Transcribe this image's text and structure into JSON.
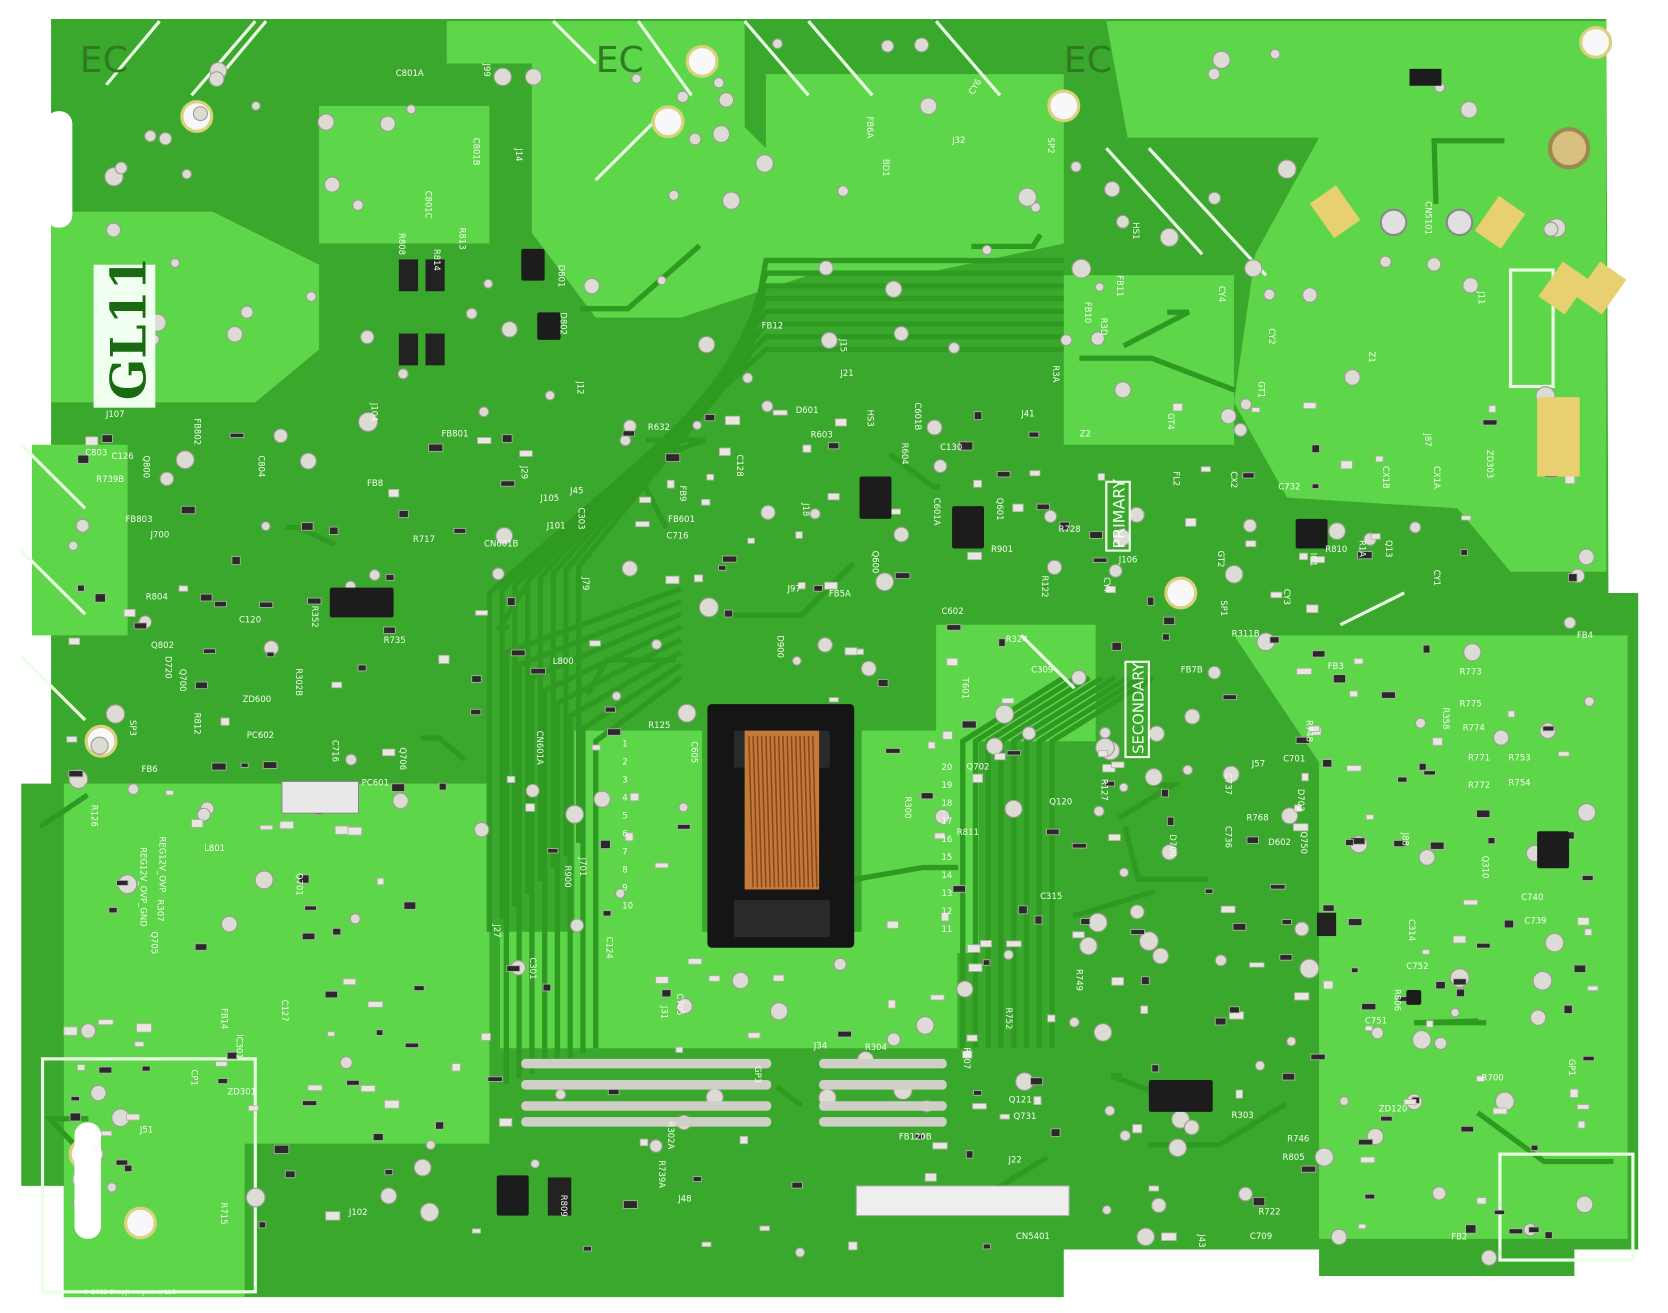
{
  "board": {
    "model_label": "GL11",
    "primary_label": "PRIMARY",
    "secondary_label": "SECONDARY",
    "corner_marks": [
      "EC",
      "EC",
      "EC"
    ],
    "copyright": "© 2022 ShopJimmy.com, LLC",
    "colors": {
      "background": "#ffffff",
      "copper_plane": "#5ed64a",
      "trace_dark": "#2f9a22",
      "substrate": "#3aa82c",
      "pad": "#d8d8d0",
      "ic": "#1c1c1c",
      "coil": "#c47a3a",
      "connector": "#e8d070"
    },
    "component_labels": [
      "C801A",
      "C801B",
      "C801C",
      "L800",
      "D801",
      "D802",
      "J106",
      "J102",
      "J104",
      "J107",
      "J14",
      "J99",
      "R808",
      "R813",
      "R814",
      "R805",
      "R806",
      "R807",
      "L801",
      "FB802",
      "C803",
      "C804",
      "Q800",
      "FB803",
      "R804",
      "Q802",
      "R812",
      "ZD600",
      "PC602",
      "PC601",
      "SP3",
      "SP2",
      "SP1",
      "FB5A",
      "FB6A",
      "J32",
      "BD1",
      "CY6",
      "FB4",
      "FB2",
      "FB6",
      "HS1",
      "CN5101",
      "J11",
      "CY4",
      "CY2",
      "Z1",
      "GT1",
      "GT4",
      "FL2",
      "CX2",
      "CX1B",
      "CX1A",
      "FB10",
      "FB11",
      "R3A",
      "R3D",
      "Z2",
      "CY7",
      "CY1",
      "CY3",
      "GT2",
      "IC1",
      "R1A",
      "Q13",
      "FB12",
      "J15",
      "J21",
      "D601",
      "R603",
      "C601B",
      "R604",
      "R632",
      "D602",
      "Q601",
      "C601A",
      "Q600",
      "J18",
      "FB601",
      "CN601B",
      "CN601A",
      "J105",
      "J101",
      "J79",
      "FB8",
      "R810",
      "R811",
      "R809",
      "FB801",
      "J12",
      "J29",
      "T601",
      "C602",
      "R900",
      "R901",
      "D900",
      "C605",
      "FB7B",
      "FB9",
      "FB3",
      "R773",
      "R775",
      "R774",
      "R771",
      "R772",
      "R753",
      "R754",
      "R748",
      "D703",
      "Q750",
      "R735",
      "D700",
      "C701",
      "C736",
      "C737",
      "C740",
      "C739",
      "C752",
      "C714",
      "C716",
      "C751",
      "Q731",
      "R739B",
      "R739A",
      "D720",
      "C716",
      "IC301",
      "J701",
      "R126",
      "R125",
      "J27",
      "C301",
      "R300",
      "R304",
      "C303",
      "R303",
      "C130",
      "REG12V_OVP_GND",
      "REG12V_OVP",
      "R311B",
      "C124",
      "R307",
      "R122",
      "C126",
      "HS3",
      "Q120",
      "R127",
      "R302B",
      "R302A",
      "C314",
      "ZD120",
      "C315",
      "R358",
      "Q310",
      "R324",
      "ZD301",
      "ZD303",
      "C309",
      "R352",
      "C128",
      "C127",
      "Q121",
      "J31",
      "FB14",
      "J34",
      "J22",
      "CN5401",
      "FB120B",
      "R746",
      "R722",
      "C709",
      "Q705",
      "R768",
      "C732",
      "R752",
      "Q706",
      "Q701",
      "C705",
      "Q702",
      "J700",
      "R749",
      "R717",
      "J51",
      "C120",
      "R715",
      "R700",
      "Q700",
      "R728",
      "CP1",
      "GP1",
      "GP3",
      "J97",
      "J41",
      "J45",
      "J57",
      "J48",
      "J43",
      "J87",
      "J88"
    ],
    "pin_numbers": [
      "1",
      "2",
      "3",
      "4",
      "5",
      "6",
      "7",
      "8",
      "9",
      "10",
      "11",
      "12",
      "13",
      "14",
      "15",
      "16",
      "17",
      "18",
      "19",
      "20"
    ]
  }
}
